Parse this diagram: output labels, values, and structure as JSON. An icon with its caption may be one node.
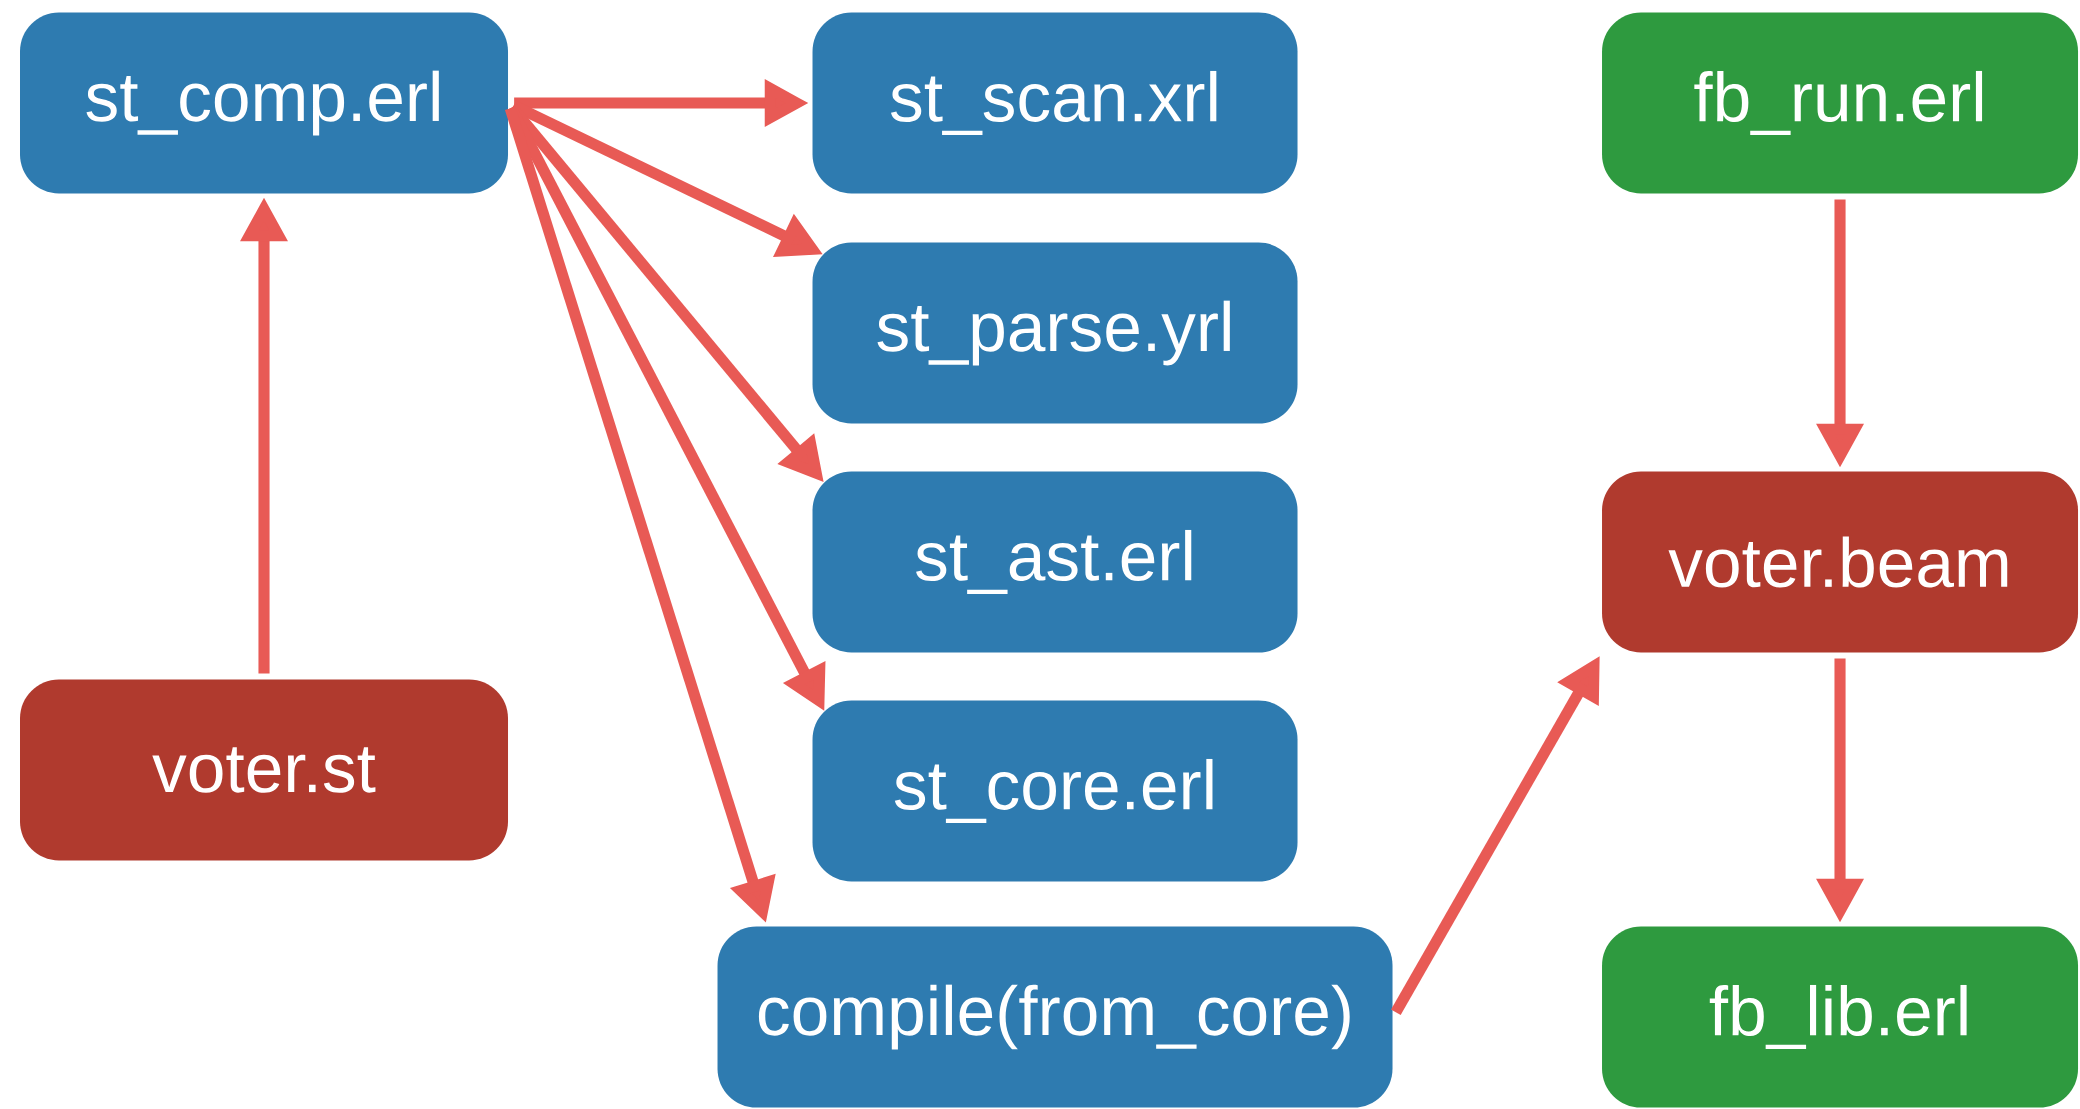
{
  "diagram": {
    "nodes": [
      {
        "text": [
          "st_comp.erl"
        ]
      },
      {
        "text": [
          "st_scan.xrl"
        ]
      },
      {
        "text": [
          "fb_run.erl"
        ]
      },
      {
        "text": [
          "st_parse.yrl"
        ]
      },
      {
        "text": [
          "st_ast.erl"
        ]
      },
      {
        "text": [
          "voter.beam"
        ]
      },
      {
        "text": [
          "voter.st"
        ]
      },
      {
        "text": [
          "st_core.erl"
        ]
      },
      {
        "text": [
          "compile(from_core)"
        ]
      },
      {
        "text": [
          "fb_lib.erl"
        ]
      }
    ],
    "edges": [
      {
        "from": 6,
        "to": 0,
        "arrow": "to"
      },
      {
        "from": 0,
        "to": 1,
        "arrow": "to"
      },
      {
        "from": 0,
        "to": 3,
        "arrow": "to"
      },
      {
        "from": 0,
        "to": 4,
        "arrow": "to"
      },
      {
        "from": 0,
        "to": 7,
        "arrow": "to"
      },
      {
        "from": 0,
        "to": 8,
        "arrow": "to"
      },
      {
        "from": 8,
        "to": 5,
        "arrow": "to"
      },
      {
        "from": 2,
        "to": 5,
        "arrow": "to"
      },
      {
        "from": 5,
        "to": 9,
        "arrow": "to"
      }
    ]
  }
}
